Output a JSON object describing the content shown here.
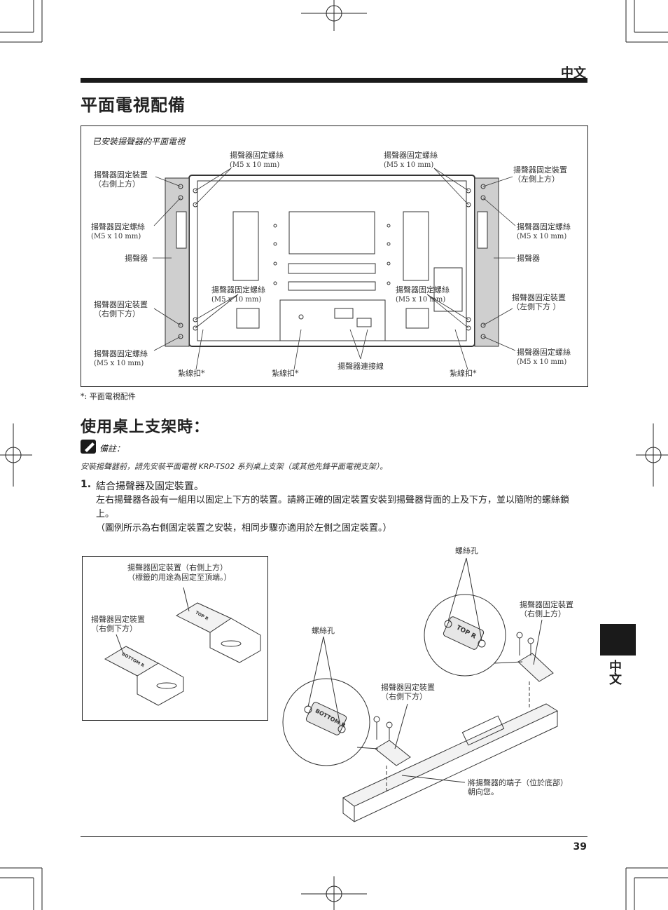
{
  "header": {
    "language_tag": "中文"
  },
  "section1": {
    "title": "平面電視配備",
    "diagram_caption": "已安裝揚聲器的平面電視",
    "labels": {
      "screw_top_center_left": "揚聲器固定螺絲",
      "screw_top_center_left_size": "(M5 x 10 mm)",
      "screw_top_center_right": "揚聲器固定螺絲",
      "screw_top_center_right_size": "(M5 x 10 mm)",
      "bracket_top_left": "揚聲器固定裝置",
      "bracket_top_left_side": "（右側上方）",
      "bracket_top_right": "揚聲器固定裝置",
      "bracket_top_right_side": "（左側上方）",
      "screw_left_upper": "揚聲器固定螺絲",
      "screw_left_upper_size": "(M5 x 10 mm)",
      "screw_right_upper": "揚聲器固定螺絲",
      "screw_right_upper_size": "(M5 x 10 mm)",
      "speaker_left": "揚聲器",
      "speaker_right": "揚聲器",
      "screw_mid_left": "揚聲器固定螺絲",
      "screw_mid_left_size": "(M5 x 10 mm)",
      "screw_mid_right": "揚聲器固定螺絲",
      "screw_mid_right_size": "(M5 x 10 mm)",
      "bracket_bottom_left": "揚聲器固定裝置",
      "bracket_bottom_left_side": "（右側下方）",
      "bracket_bottom_right": "揚聲器固定裝置",
      "bracket_bottom_right_side": "（左側下方 ）",
      "screw_left_lower": "揚聲器固定螺絲",
      "screw_left_lower_size": "(M5 x 10 mm)",
      "screw_right_lower": "揚聲器固定螺絲",
      "screw_right_lower_size": "(M5 x 10 mm)",
      "band_1": "紮線扣*",
      "band_2": "紮線扣*",
      "band_3": "紮線扣*",
      "speaker_cable": "揚聲器連接線"
    },
    "footnote": "*: 平面電視配件"
  },
  "section2": {
    "title": "使用桌上支架時：",
    "note_label": "備註：",
    "note_text": "安裝揚聲器前，請先安裝平面電視 KRP-TS02 系列桌上支架（或其他先鋒平面電視支架）。",
    "step_number": "1.",
    "step_title": "結合揚聲器及固定裝置。",
    "step_body_1": "左右揚聲器各設有一組用以固定上下方的裝置。請將正確的固定裝置安裝到揚聲器背面的上及下方，並以隨附的螺絲鎖上。",
    "step_body_2": "（圖例所示為右側固定裝置之安裝，相同步驟亦適用於左側之固定裝置。）",
    "labels": {
      "inset_top_bracket": "揚聲器固定裝置（右側上方）",
      "inset_top_note": "（標籤的用途為固定至頂端。）",
      "inset_bottom_bracket": "揚聲器固定裝置",
      "inset_bottom_side": "（右側下方）",
      "inset_stamp_top": "TOP R",
      "inset_stamp_bottom": "BOTTOM R",
      "screw_hole_top": "螺絲孔",
      "screw_hole_left": "螺絲孔",
      "bracket_upper": "揚聲器固定裝置",
      "bracket_upper_side": "（右側上方）",
      "bracket_lower": "揚聲器固定裝置",
      "bracket_lower_side": "（右側下方）",
      "terminal_note_1": "將揚聲器的端子（位於底部）",
      "terminal_note_2": "朝向您。",
      "zoom_stamp_top": "TOP R",
      "zoom_stamp_bottom": "BOTTOM R"
    }
  },
  "side_tab": {
    "label": "中文"
  },
  "footer": {
    "page_number": "39"
  }
}
